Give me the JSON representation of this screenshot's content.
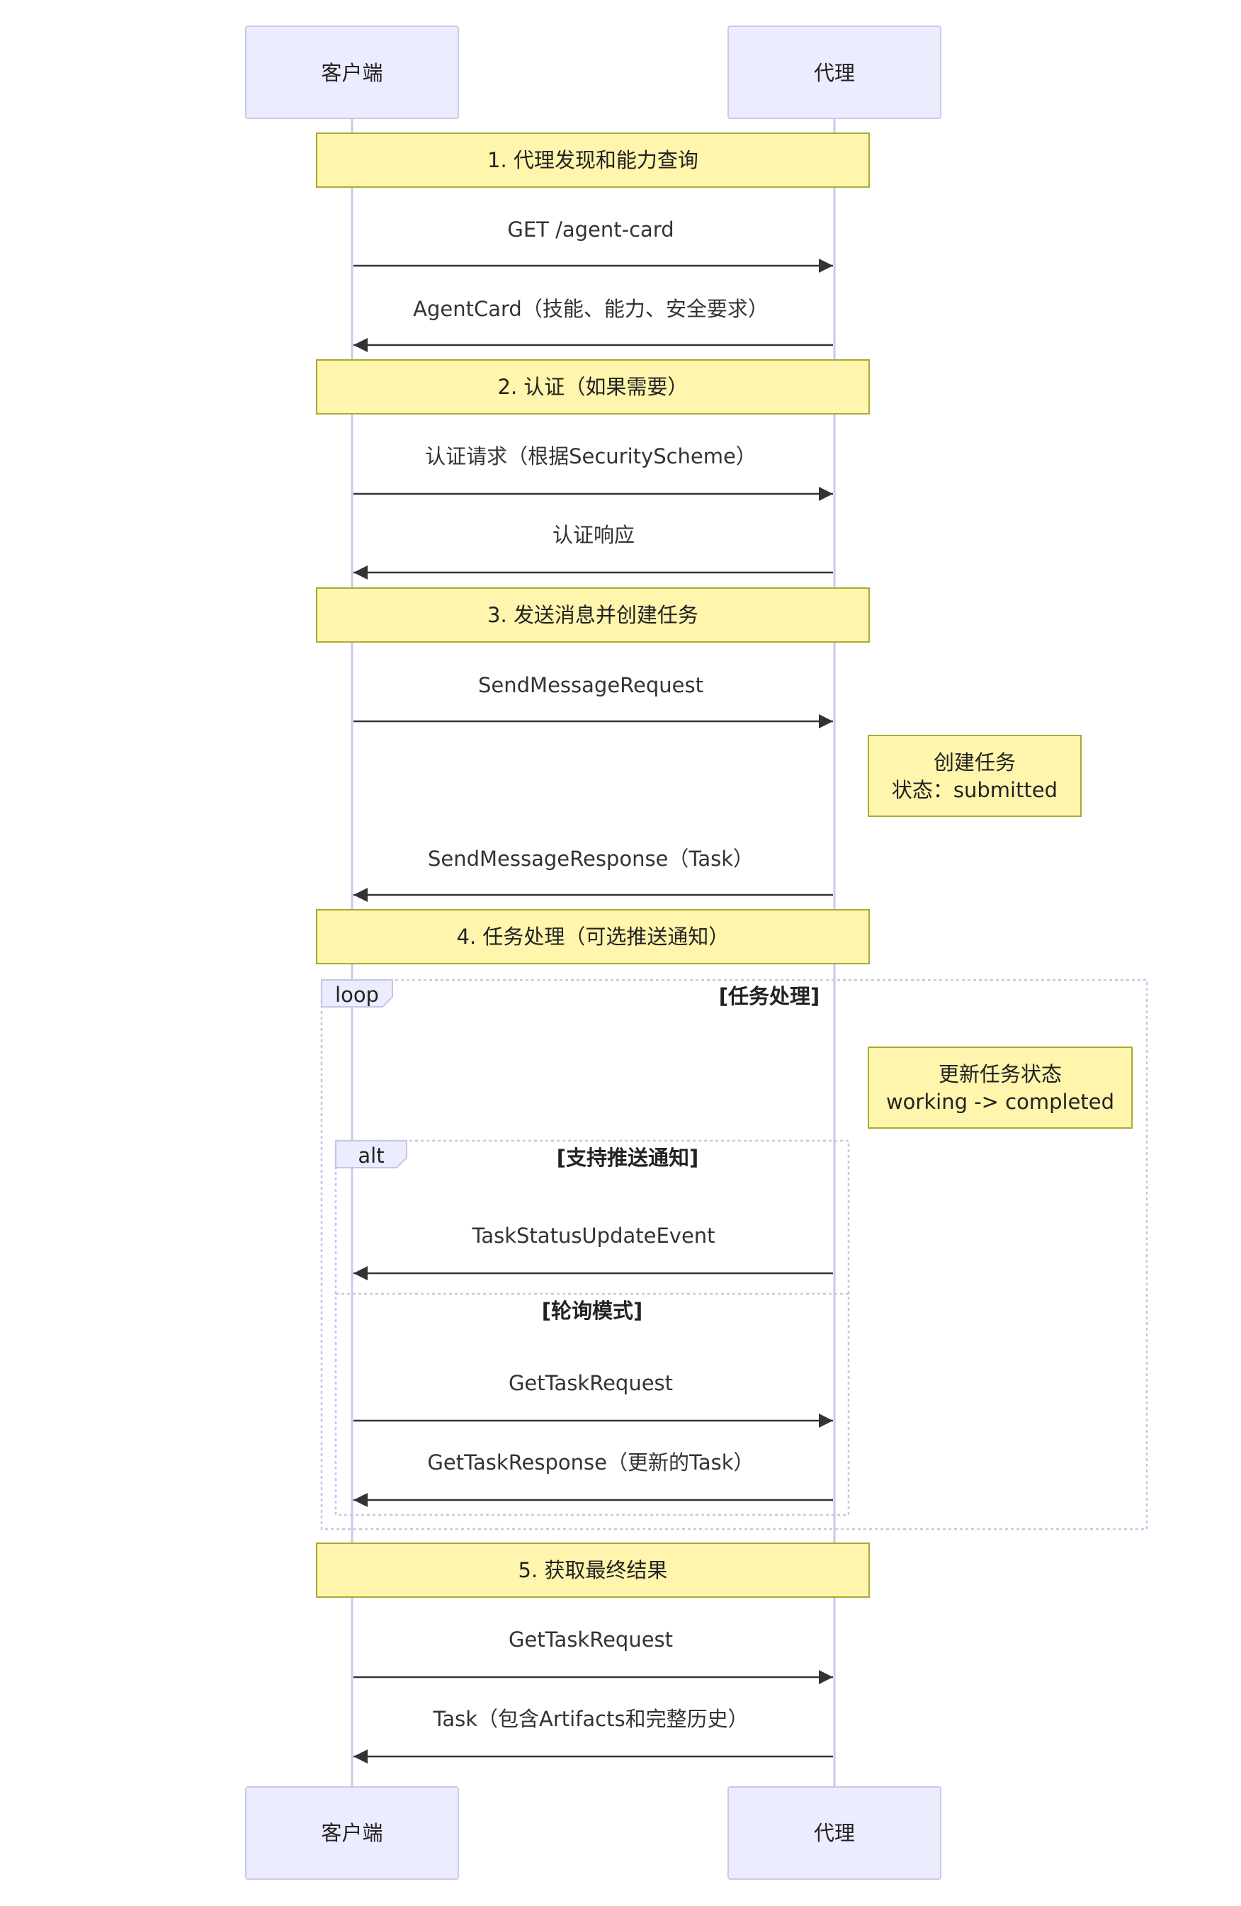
{
  "actors": {
    "client": "客户端",
    "agent": "代理"
  },
  "sections": [
    "1. 代理发现和能力查询",
    "2. 认证（如果需要）",
    "3. 发送消息并创建任务",
    "4. 任务处理（可选推送通知）",
    "5. 获取最终结果"
  ],
  "messages": [
    {
      "text": "GET /agent-card",
      "from": "client",
      "to": "agent"
    },
    {
      "text": "AgentCard（技能、能力、安全要求）",
      "from": "agent",
      "to": "client"
    },
    {
      "text": "认证请求（根据SecurityScheme）",
      "from": "client",
      "to": "agent"
    },
    {
      "text": "认证响应",
      "from": "agent",
      "to": "client"
    },
    {
      "text": "SendMessageRequest",
      "from": "client",
      "to": "agent"
    },
    {
      "text": "SendMessageResponse（Task）",
      "from": "agent",
      "to": "client"
    },
    {
      "text": "TaskStatusUpdateEvent",
      "from": "agent",
      "to": "client"
    },
    {
      "text": "GetTaskRequest",
      "from": "client",
      "to": "agent"
    },
    {
      "text": "GetTaskResponse（更新的Task）",
      "from": "agent",
      "to": "client"
    },
    {
      "text": "GetTaskRequest",
      "from": "client",
      "to": "agent"
    },
    {
      "text": "Task（包含Artifacts和完整历史）",
      "from": "agent",
      "to": "client"
    }
  ],
  "notes": [
    {
      "line1": "创建任务",
      "line2": "状态：submitted"
    },
    {
      "line1": "更新任务状态",
      "line2": "working -> completed"
    }
  ],
  "frames": {
    "loop": {
      "keyword": "loop",
      "condition": "[任务处理]"
    },
    "alt": {
      "keyword": "alt",
      "condition": "[支持推送通知]",
      "else_condition": "[轮询模式]"
    }
  }
}
